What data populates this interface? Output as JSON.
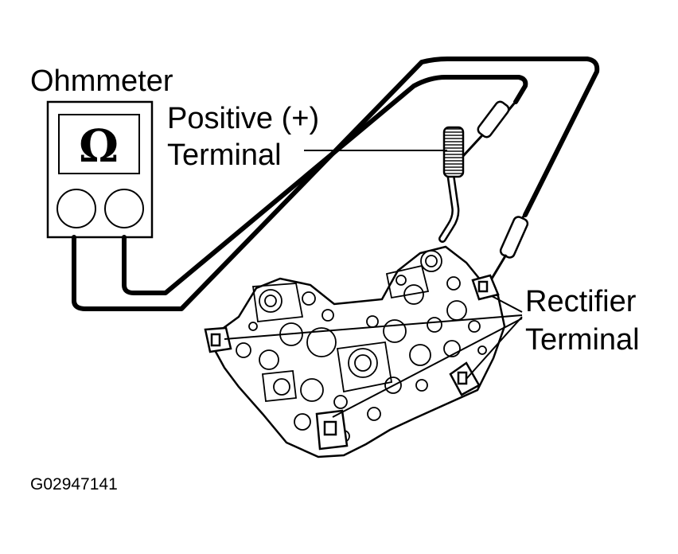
{
  "labels": {
    "ohmmeter": "Ohmmeter",
    "positive_line1": "Positive (+)",
    "positive_line2": "Terminal",
    "rectifier_line1": "Rectifier",
    "rectifier_line2": "Terminal",
    "figure_code": "G02947141"
  },
  "meter": {
    "symbol": "Ω"
  },
  "colors": {
    "ink": "#000000",
    "paper": "#ffffff"
  }
}
